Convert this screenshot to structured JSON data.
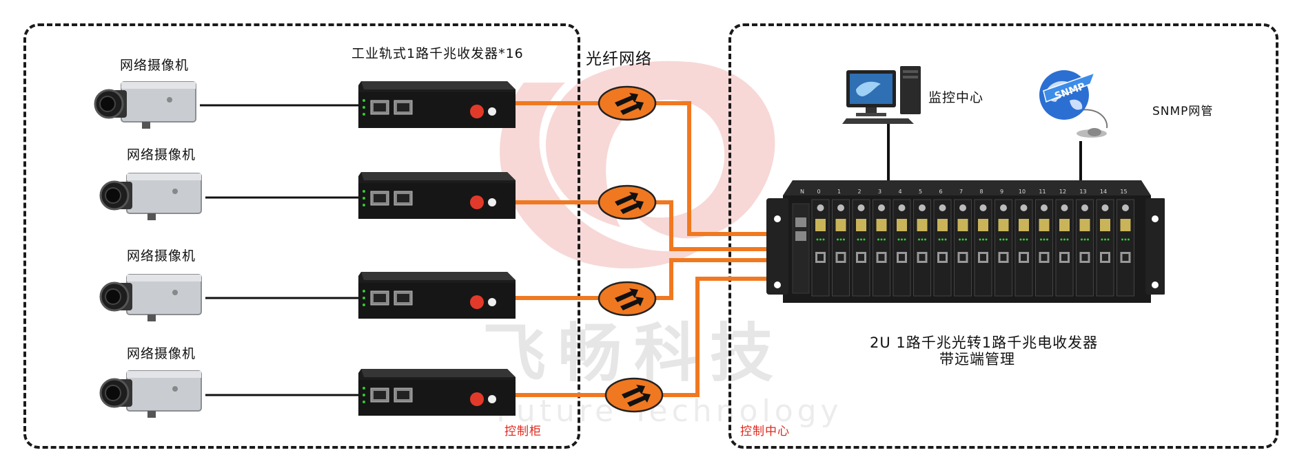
{
  "left_zone": {
    "camera_label": "网络摄像机",
    "converter_title": "工业轨式1路千兆收发器*16",
    "cabinet_label": "控制柜"
  },
  "fiber_network_label": "光纤网络",
  "right_zone": {
    "monitor_center_label": "监控中心",
    "snmp_label": "SNMP网管",
    "chassis_title_line1": "2U 1路千兆光转1路千兆电收发器",
    "chassis_title_line2": "带远端管理",
    "control_center_label": "控制中心"
  },
  "icons": {
    "snmp_globe_text": "SNMP"
  },
  "chassis_slots": [
    "N",
    "0",
    "1",
    "2",
    "3",
    "4",
    "5",
    "6",
    "7",
    "8",
    "9",
    "10",
    "11",
    "12",
    "13",
    "14",
    "15"
  ],
  "watermark": {
    "cn": "飞畅科技",
    "en": "Future Technology"
  },
  "colors": {
    "fiber": "#f07820",
    "accent_red": "#e0261b",
    "device_black": "#1c1c1c"
  }
}
